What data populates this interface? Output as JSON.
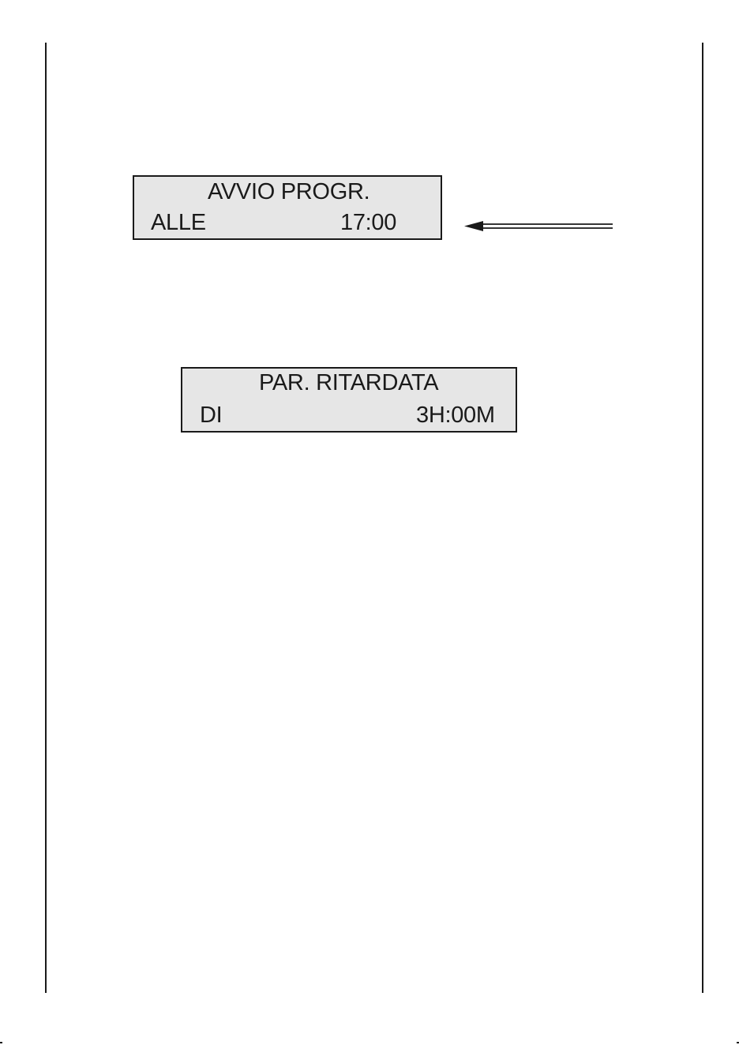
{
  "displays": [
    {
      "line1": "AVVIO PROGR.",
      "line2_left": "ALLE",
      "line2_right": "17:00"
    },
    {
      "line1": "PAR. RITARDATA",
      "line2_left": "DI",
      "line2_right": "3H:00M"
    }
  ],
  "colors": {
    "lcd_background": "#e6e6e6",
    "ink": "#1a1a1a"
  },
  "icons": {
    "pointer": "arrow-left-icon"
  }
}
